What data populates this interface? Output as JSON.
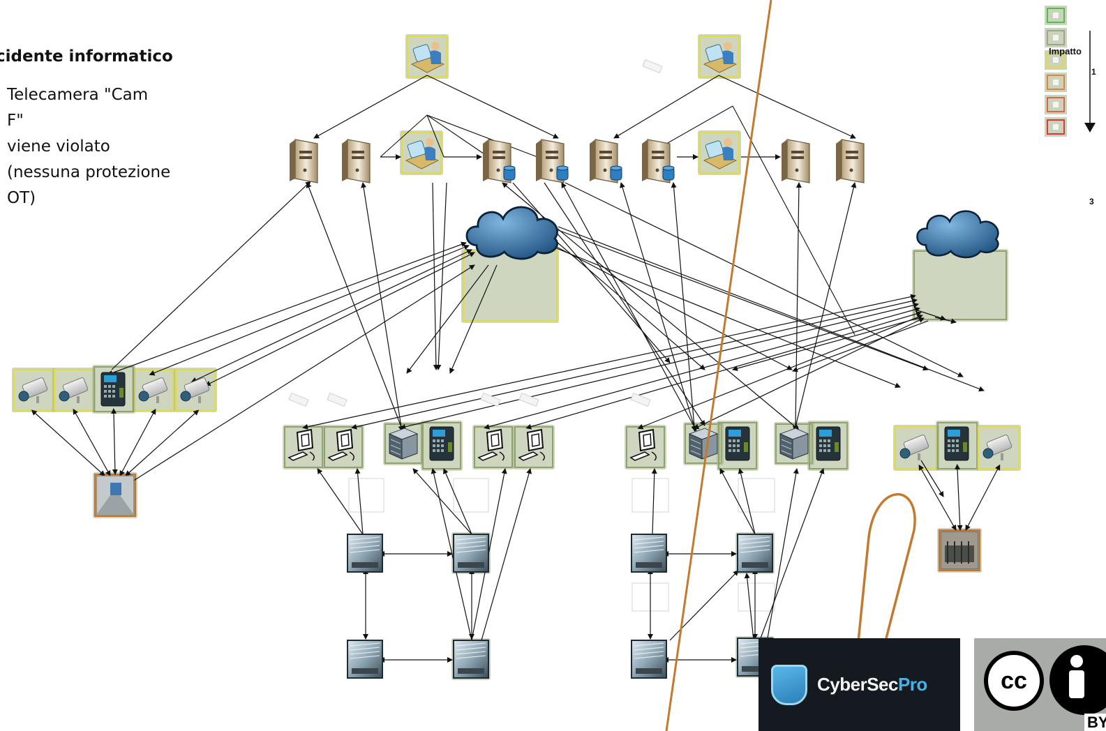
{
  "incident_title": "cidente informatico",
  "incident_description_lines": [
    "Telecamera \"Cam",
    "F\"",
    "viene violato",
    "(nessuna protezione",
    "OT)"
  ],
  "legend": {
    "axis_label": "Impatto",
    "top_value": "1",
    "bottom_value": "3",
    "levels": [
      {
        "name": "level-1",
        "color": "#4cc24c"
      },
      {
        "name": "level-2",
        "color": "#9aa88a"
      },
      {
        "name": "level-3",
        "color": "#e3dc3a"
      },
      {
        "name": "level-4",
        "color": "#d9883f"
      },
      {
        "name": "level-5",
        "color": "#d9684a"
      },
      {
        "name": "level-6",
        "color": "#d83a3a"
      }
    ]
  },
  "branding": {
    "cybersec_name_part1": "CyberSec",
    "cybersec_name_part2": "Pro",
    "license_cc": "cc",
    "license_by": "BY"
  },
  "colors": {
    "yellow_frame": "#e3dc3a",
    "green_frame": "#8fa26c",
    "orange_frame": "#c8702e",
    "breach_line": "#c47a2e",
    "cloud": "#2f6fa5"
  }
}
